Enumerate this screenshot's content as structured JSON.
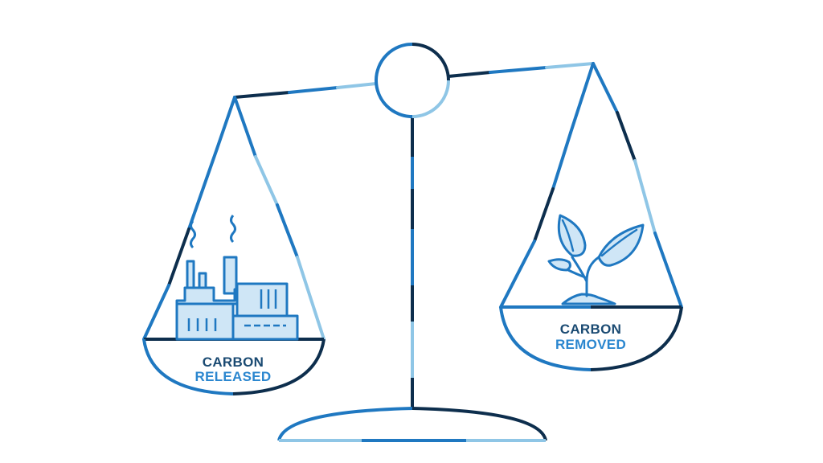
{
  "left_pan": {
    "label_line1": "CARBON",
    "label_line2": "RELEASED",
    "icon": "factory-icon"
  },
  "right_pan": {
    "label_line1": "CARBON",
    "label_line2": "REMOVED",
    "icon": "sprout-icon"
  },
  "colors": {
    "dark": "#0d2e4d",
    "mid": "#1f78c1",
    "light": "#8fc6e6",
    "fill": "#cfe6f6",
    "text_dark": "#1a4a72",
    "text_light": "#2a86cf"
  }
}
